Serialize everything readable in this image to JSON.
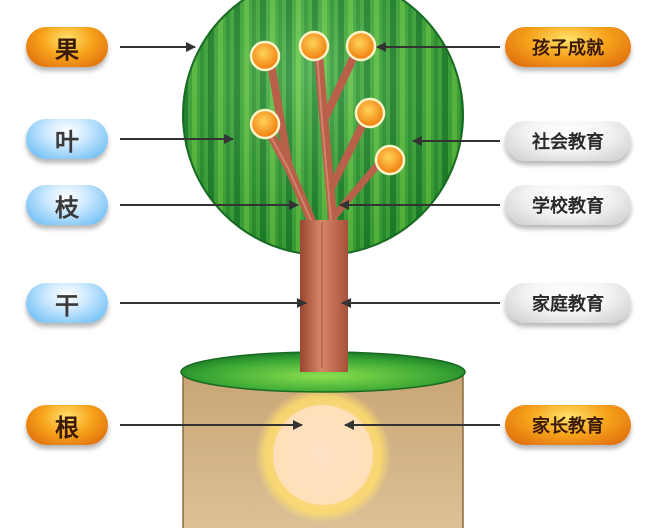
{
  "left_labels": [
    {
      "text": "果",
      "style": "orange"
    },
    {
      "text": "叶",
      "style": "blue"
    },
    {
      "text": "枝",
      "style": "blue"
    },
    {
      "text": "干",
      "style": "blue"
    },
    {
      "text": "根",
      "style": "orange"
    }
  ],
  "right_labels": [
    {
      "text": "孩子成就",
      "style": "orange"
    },
    {
      "text": "社会教育",
      "style": "grey"
    },
    {
      "text": "学校教育",
      "style": "grey"
    },
    {
      "text": "家庭教育",
      "style": "grey"
    },
    {
      "text": "家长教育",
      "style": "orange"
    }
  ],
  "colors": {
    "canopy_dark": "#1f8a2a",
    "canopy_light": "#6ccf45",
    "trunk": "#c26b4e",
    "soil": "#d7b98e",
    "fruit": "#f39a12",
    "arrow": "#333333"
  }
}
